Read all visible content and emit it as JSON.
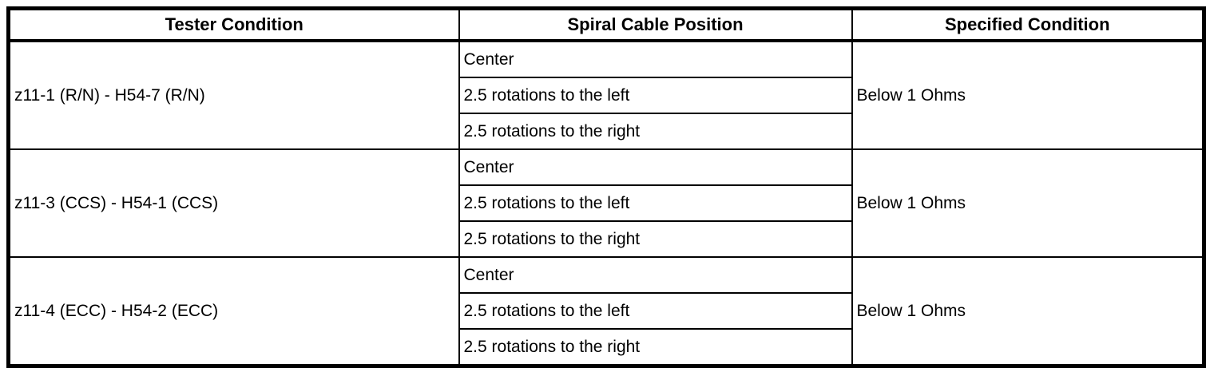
{
  "table": {
    "headers": [
      "Tester Condition",
      "Spiral Cable Position",
      "Specified Condition"
    ],
    "groups": [
      {
        "tester_condition": "z11-1 (R/N) - H54-7 (R/N)",
        "positions": [
          "Center",
          "2.5 rotations to the left",
          "2.5 rotations to the right"
        ],
        "specified_condition": "Below 1 Ohms"
      },
      {
        "tester_condition": "z11-3 (CCS) - H54-1 (CCS)",
        "positions": [
          "Center",
          "2.5 rotations to the left",
          "2.5 rotations to the right"
        ],
        "specified_condition": "Below 1 Ohms"
      },
      {
        "tester_condition": "z11-4 (ECC) - H54-2 (ECC)",
        "positions": [
          "Center",
          "2.5 rotations to the left",
          "2.5 rotations to the right"
        ],
        "specified_condition": "Below 1 Ohms"
      }
    ],
    "colors": {
      "border": "#000000",
      "background": "#ffffff",
      "text": "#000000"
    }
  }
}
